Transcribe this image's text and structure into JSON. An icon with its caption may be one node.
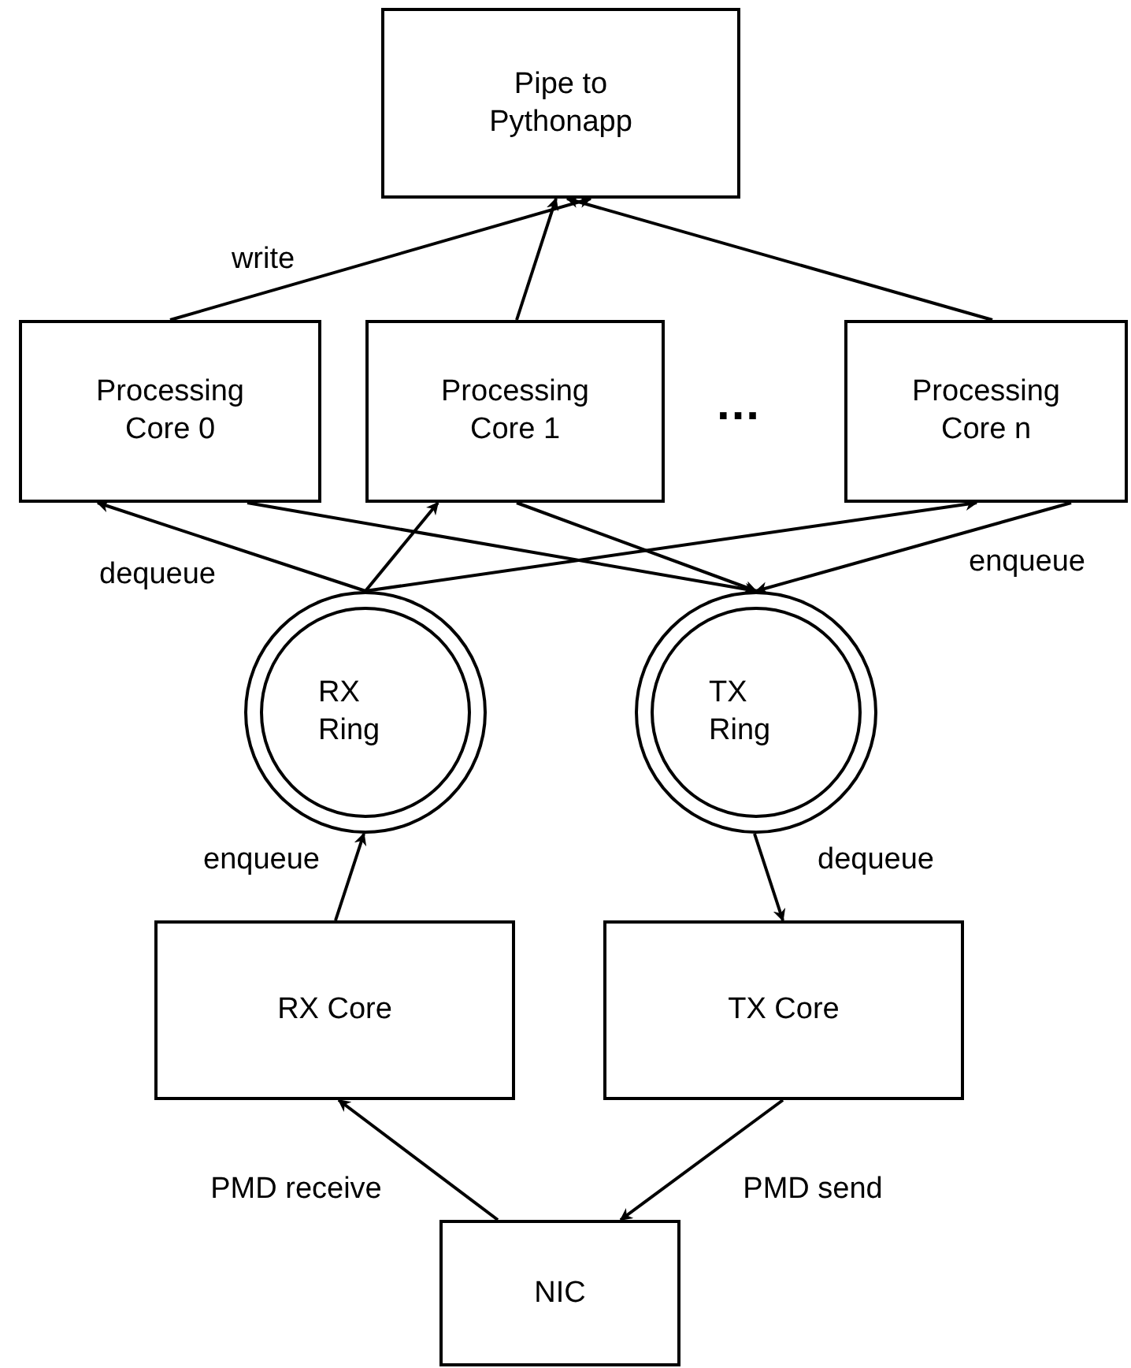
{
  "diagram": {
    "nodes": [
      {
        "text": [
          "Pipe to Pythonapp"
        ]
      },
      {
        "text": [
          "Processing Core 0"
        ]
      },
      {
        "text": [
          "Processing Core 1"
        ]
      },
      {
        "text": [
          "Processing Core n"
        ]
      },
      {
        "text": [
          "RX Ring"
        ]
      },
      {
        "text": [
          "TX Ring"
        ]
      },
      {
        "text": [
          "RX Core"
        ]
      },
      {
        "text": [
          "TX Core"
        ]
      },
      {
        "text": [
          "NIC"
        ]
      }
    ],
    "edges": [
      {
        "from": 1,
        "to": 0,
        "arrow": "to",
        "label": "write"
      },
      {
        "from": 2,
        "to": 0,
        "arrow": "to"
      },
      {
        "from": 3,
        "to": 0,
        "arrow": "to"
      },
      {
        "from": 4,
        "to": 1,
        "arrow": "to",
        "label": "dequeue"
      },
      {
        "from": 4,
        "to": 2,
        "arrow": "to"
      },
      {
        "from": 4,
        "to": 3,
        "arrow": "to"
      },
      {
        "from": 1,
        "to": 5,
        "arrow": "to"
      },
      {
        "from": 2,
        "to": 5,
        "arrow": "to"
      },
      {
        "from": 3,
        "to": 5,
        "arrow": "to",
        "label": "enqueue"
      },
      {
        "from": 6,
        "to": 4,
        "arrow": "to",
        "label": "enqueue"
      },
      {
        "from": 5,
        "to": 7,
        "arrow": "to",
        "label": "dequeue"
      },
      {
        "from": 8,
        "to": 6,
        "arrow": "to",
        "label": "PMD receive"
      },
      {
        "from": 7,
        "to": 8,
        "arrow": "to",
        "label": "PMD send"
      }
    ],
    "labels": [
      "..."
    ]
  }
}
